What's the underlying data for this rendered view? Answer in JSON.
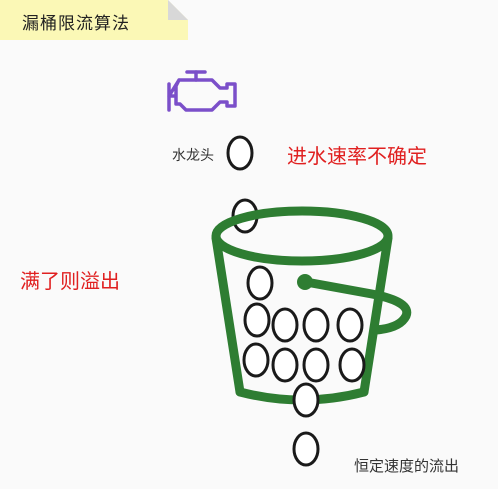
{
  "title": "漏桶限流算法",
  "labels": {
    "faucet": "水龙头",
    "inflow": "进水速率不确定",
    "overflow": "满了则溢出",
    "outflow": "恒定速度的流出"
  },
  "icons": {
    "faucet": "engine-icon",
    "bucket": "bucket-icon",
    "drop": "water-drop-icon"
  },
  "colors": {
    "title_bg": "#fbf8b6",
    "faucet_icon": "#7b4fc9",
    "bucket": "#2e7d32",
    "emphasis_text": "#e02020",
    "drop_stroke": "#1a1a1a"
  }
}
